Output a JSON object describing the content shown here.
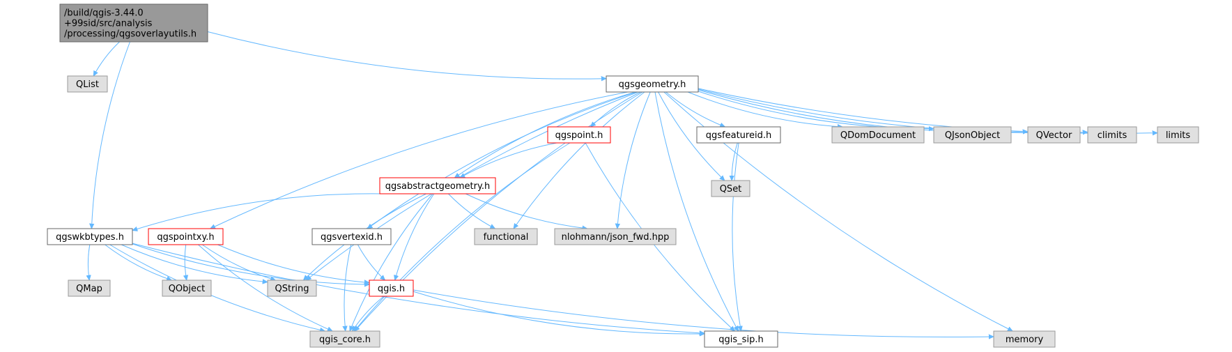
{
  "colors": {
    "edge": "#63b8ff",
    "root_fill": "#999999",
    "root_stroke": "#666666",
    "gray_fill": "#e0e0e0",
    "gray_stroke": "#999999",
    "white_fill": "#ffffff",
    "black_stroke": "#666666",
    "red_stroke": "#ff0000"
  },
  "nodes": {
    "root": {
      "lines": [
        "/build/qgis-3.44.0",
        "+99sid/src/analysis",
        "/processing/qgsoverlayutils.h"
      ],
      "style": "root"
    },
    "qlist": {
      "lines": [
        "QList"
      ],
      "style": "gray"
    },
    "qgsgeometry": {
      "lines": [
        "qgsgeometry.h"
      ],
      "style": "white"
    },
    "qgspoint": {
      "lines": [
        "qgspoint.h"
      ],
      "style": "red"
    },
    "qgsfeatureid": {
      "lines": [
        "qgsfeatureid.h"
      ],
      "style": "white"
    },
    "qdomdocument": {
      "lines": [
        "QDomDocument"
      ],
      "style": "gray"
    },
    "qjsonobject": {
      "lines": [
        "QJsonObject"
      ],
      "style": "gray"
    },
    "qvector": {
      "lines": [
        "QVector"
      ],
      "style": "gray"
    },
    "climits": {
      "lines": [
        "climits"
      ],
      "style": "gray"
    },
    "limits": {
      "lines": [
        "limits"
      ],
      "style": "gray"
    },
    "qset": {
      "lines": [
        "QSet"
      ],
      "style": "gray"
    },
    "qgsabstract": {
      "lines": [
        "qgsabstractgeometry.h"
      ],
      "style": "red"
    },
    "qgswkbtypes": {
      "lines": [
        "qgswkbtypes.h"
      ],
      "style": "white"
    },
    "qgspointxy": {
      "lines": [
        "qgspointxy.h"
      ],
      "style": "red"
    },
    "qgsvertexid": {
      "lines": [
        "qgsvertexid.h"
      ],
      "style": "white"
    },
    "functional": {
      "lines": [
        "functional"
      ],
      "style": "gray"
    },
    "nlohmann": {
      "lines": [
        "nlohmann/json_fwd.hpp"
      ],
      "style": "gray"
    },
    "qmap": {
      "lines": [
        "QMap"
      ],
      "style": "gray"
    },
    "qobject": {
      "lines": [
        "QObject"
      ],
      "style": "gray"
    },
    "qstring": {
      "lines": [
        "QString"
      ],
      "style": "gray"
    },
    "qgis": {
      "lines": [
        "qgis.h"
      ],
      "style": "red"
    },
    "qgis_core": {
      "lines": [
        "qgis_core.h"
      ],
      "style": "gray"
    },
    "qgis_sip": {
      "lines": [
        "qgis_sip.h"
      ],
      "style": "white"
    },
    "memory": {
      "lines": [
        "memory"
      ],
      "style": "gray"
    }
  },
  "edges": [
    [
      "root",
      "qlist"
    ],
    [
      "root",
      "qgsgeometry"
    ],
    [
      "root",
      "qgswkbtypes"
    ],
    [
      "qgsgeometry",
      "qgis_core"
    ],
    [
      "qgsgeometry",
      "qgspointxy"
    ],
    [
      "qgsgeometry",
      "qstring"
    ],
    [
      "qgsgeometry",
      "qgsvertexid"
    ],
    [
      "qgsgeometry",
      "qgsabstract"
    ],
    [
      "qgsgeometry",
      "functional"
    ],
    [
      "qgsgeometry",
      "qgspoint"
    ],
    [
      "qgsgeometry",
      "nlohmann"
    ],
    [
      "qgsgeometry",
      "qgsfeatureid"
    ],
    [
      "qgsgeometry",
      "qset"
    ],
    [
      "qgsgeometry",
      "qgis_sip"
    ],
    [
      "qgsgeometry",
      "qdomdocument"
    ],
    [
      "qgsgeometry",
      "qjsonobject"
    ],
    [
      "qgsgeometry",
      "qvector"
    ],
    [
      "qgsgeometry",
      "climits"
    ],
    [
      "qgsgeometry",
      "limits"
    ],
    [
      "qgsgeometry",
      "memory"
    ],
    [
      "qgspoint",
      "qgsabstract"
    ],
    [
      "qgspoint",
      "qgis_core"
    ],
    [
      "qgspoint",
      "qgis_sip"
    ],
    [
      "qgsfeatureid",
      "qset"
    ],
    [
      "qgsfeatureid",
      "qgis_sip"
    ],
    [
      "qgsabstract",
      "qgswkbtypes"
    ],
    [
      "qgsabstract",
      "qstring"
    ],
    [
      "qgsabstract",
      "functional"
    ],
    [
      "qgsabstract",
      "nlohmann"
    ],
    [
      "qgsabstract",
      "qgis"
    ],
    [
      "qgsabstract",
      "qgis_core"
    ],
    [
      "qgswkbtypes",
      "qmap"
    ],
    [
      "qgswkbtypes",
      "qobject"
    ],
    [
      "qgswkbtypes",
      "qstring"
    ],
    [
      "qgswkbtypes",
      "qgis"
    ],
    [
      "qgswkbtypes",
      "qgis_core"
    ],
    [
      "qgswkbtypes",
      "qgis_sip"
    ],
    [
      "qgspointxy",
      "qobject"
    ],
    [
      "qgspointxy",
      "qstring"
    ],
    [
      "qgspointxy",
      "qgis"
    ],
    [
      "qgspointxy",
      "qgis_core"
    ],
    [
      "qgsvertexid",
      "qgis"
    ],
    [
      "qgsvertexid",
      "qgis_core"
    ],
    [
      "qgis",
      "qgis_core"
    ],
    [
      "qgis",
      "qgis_sip"
    ],
    [
      "qgis",
      "memory"
    ]
  ]
}
